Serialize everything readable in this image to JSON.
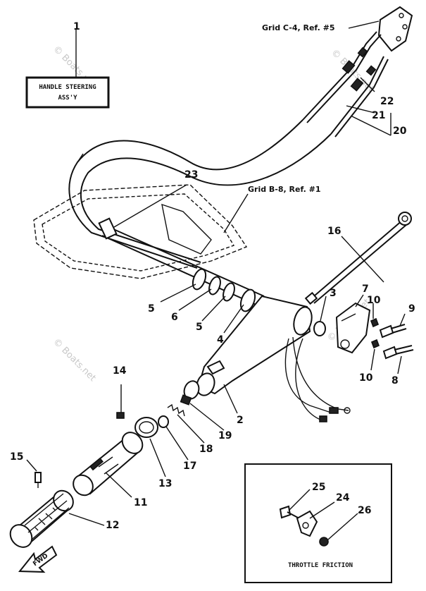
{
  "labels": {
    "assy_box": [
      "HANDLE STEERING",
      "ASS'Y"
    ],
    "grid_c4": "Grid C-4, Ref. #5",
    "grid_b8": "Grid B-8, Ref. #1",
    "throttle_friction": "THROTTLE FRICTION",
    "fwd": "FWD",
    "watermark": "© Boats.net"
  },
  "part_numbers": {
    "p1": "1",
    "p2": "2",
    "p3": "3",
    "p4": "4",
    "p5a": "5",
    "p5b": "5",
    "p6": "6",
    "p7": "7",
    "p8": "8",
    "p9": "9",
    "p10a": "10",
    "p10b": "10",
    "p11": "11",
    "p12": "12",
    "p13": "13",
    "p14": "14",
    "p15": "15",
    "p16": "16",
    "p17": "17",
    "p18": "18",
    "p19": "19",
    "p20": "20",
    "p21": "21",
    "p22": "22",
    "p23": "23",
    "p24": "24",
    "p25": "25",
    "p26": "26"
  }
}
